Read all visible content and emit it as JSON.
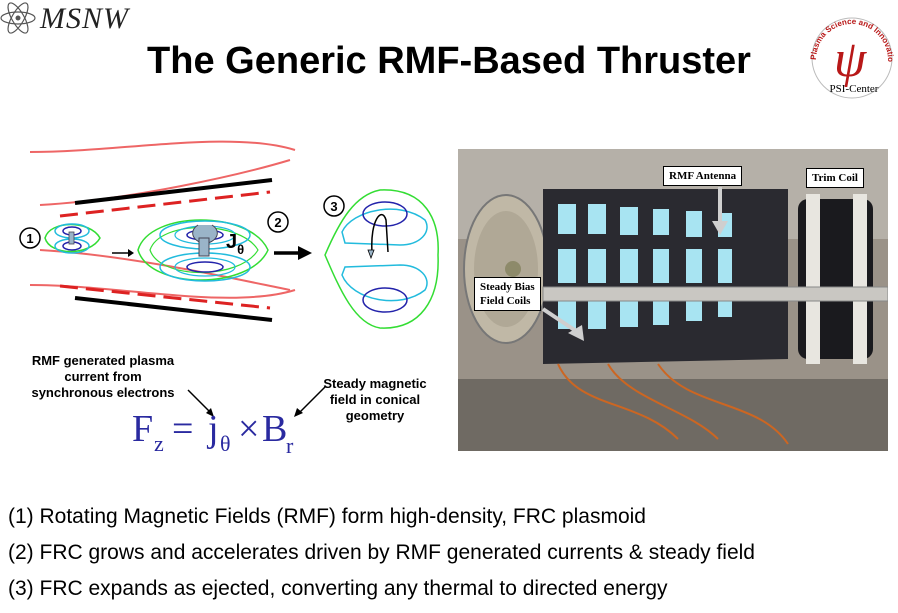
{
  "header": {
    "logo_text": "MSNW",
    "title": "The Generic RMF-Based Thruster",
    "psi_logo": {
      "arc_text": "Plasma Science and Innovation",
      "symbol": "ψ",
      "label": "PSI-Center"
    }
  },
  "diagram": {
    "stages": [
      "1",
      "2",
      "3"
    ],
    "current_symbol": "J",
    "current_subscript": "θ",
    "caption_left": [
      "RMF generated plasma",
      "current from",
      "synchronous electrons"
    ],
    "caption_right": [
      "Steady magnetic",
      "field in conical",
      "geometry"
    ],
    "equation": {
      "lhs": "F",
      "lhs_sub": "z",
      "eq": "=",
      "j": "j",
      "j_sub": "θ",
      "cross": "×",
      "b": "B",
      "b_sub": "r"
    },
    "colors": {
      "green_field": "#33dd33",
      "cyan_field": "#22bbdd",
      "blue_field": "#2222aa",
      "red_wall": "#dd2222",
      "pink_field": "#ee6666",
      "equation": "#2a2aa0"
    }
  },
  "photo": {
    "labels": {
      "rmf_antenna": "RMF Antenna",
      "trim_coil": "Trim Coil",
      "bias_line1": "Steady Bias",
      "bias_line2": "Field Coils"
    }
  },
  "bullets": [
    "(1) Rotating Magnetic Fields (RMF) form high-density, FRC plasmoid",
    "(2) FRC grows and accelerates driven by RMF generated currents & steady field",
    "(3) FRC expands as ejected, converting any thermal to directed energy"
  ]
}
